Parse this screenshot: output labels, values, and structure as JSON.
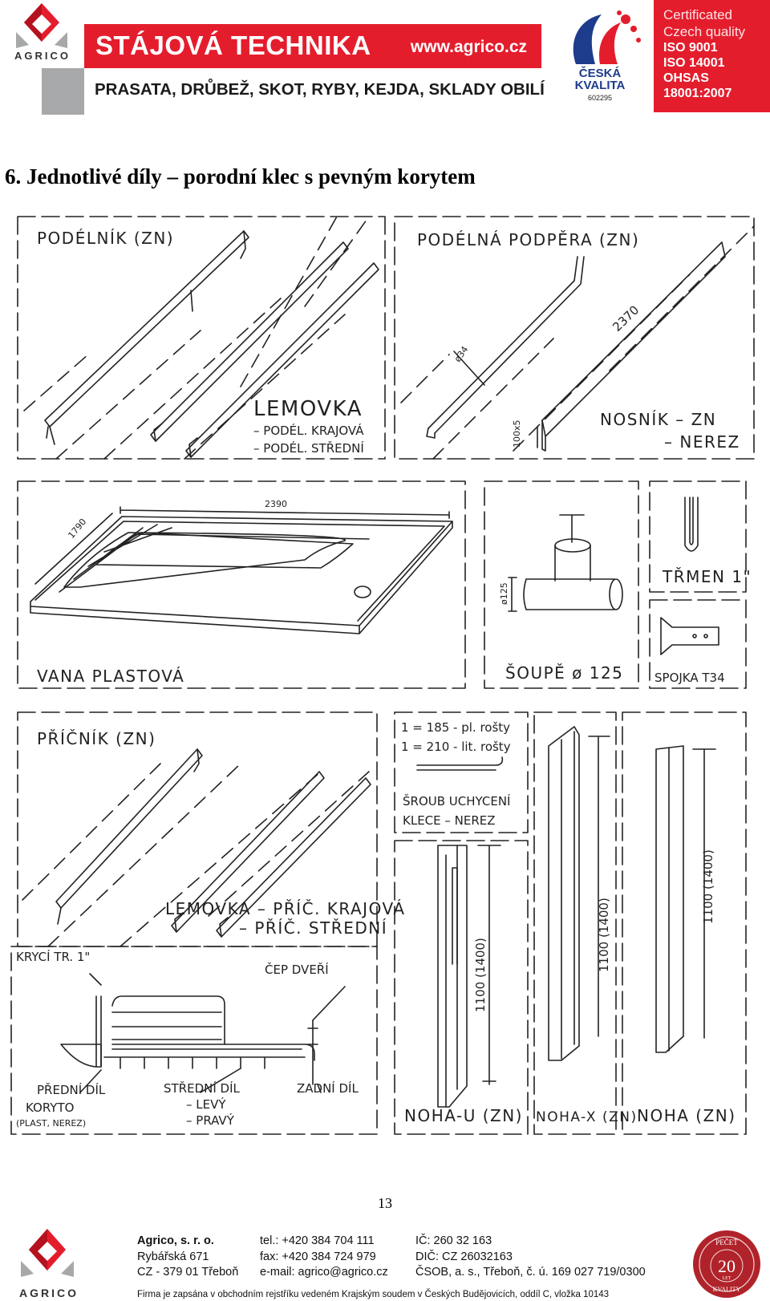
{
  "header": {
    "logo_text": "AGRICO",
    "banner_title": "STÁJOVÁ TECHNIKA",
    "website": "www.agrico.cz",
    "subtitle": "PRASATA, DRŮBEŽ, SKOT, RYBY, KEJDA, SKLADY OBILÍ",
    "quality_badge": {
      "line1": "ČESKÁ",
      "line2": "KVALITA",
      "number": "602295"
    },
    "certificate": {
      "heading1": "Certificated",
      "heading2": "Czech quality",
      "lines": [
        "ISO 9001",
        "ISO 14001",
        "OHSAS",
        "18001:2007"
      ]
    },
    "colors": {
      "brand_red": "#e41d2d",
      "brand_grey": "#a7a8aa",
      "quality_blue": "#1e3c8c"
    }
  },
  "section_heading": "6.  Jednotlivé díly – porodní klec s pevným korytem",
  "drawing": {
    "podelnik": "PODÉLNÍK (ZN)",
    "lemovka": "LEMOVKA",
    "lemovka_sub1": "– PODÉL. KRAJOVÁ",
    "lemovka_sub2": "– PODÉL. STŘEDNÍ",
    "podelna_podpera": "PODÉLNÁ PODPĚRA (ZN)",
    "dim_phi34": "ø34",
    "dim_2370": "2370",
    "dim_100x5": "100x5",
    "nosnik": "NOSNÍK – ZN",
    "nosnik_sub": "– NEREZ",
    "dim_2390": "2390",
    "dim_1790": "1790",
    "vana": "VANA PLASTOVÁ",
    "dim_phi125": "ø125",
    "soupe": "ŠOUPĚ ø 125",
    "trmen": "TŘMEN 1\"",
    "spojka": "SPOJKA T34",
    "pricnik": "PŘÍČNÍK (ZN)",
    "lemovka_pric": "LEMOVKA – PŘÍČ. KRAJOVÁ",
    "lemovka_pric_sub": "– PŘÍČ. STŘEDNÍ",
    "srouby_line1": "1 = 185 - pl. rošty",
    "srouby_line2": "1 = 210 - lit. rošty",
    "srouby_label1": "ŠROUB UCHYCENÍ",
    "srouby_label2": "KLECE – NEREZ",
    "noha_u_dim": "1100 (1400)",
    "noha_x_dim": "1100 (1400)",
    "noha_dim": "1100 (1400)",
    "noha_u": "NOHA-U (ZN)",
    "noha_x": "NOHA-X (ZN)",
    "noha": "NOHA (ZN)",
    "kryci_tr": "KRYCÍ TR. 1\"",
    "cep_dveri": "ČEP DVEŘÍ",
    "predni_dil": "PŘEDNÍ DÍL",
    "koryto": "KORYTO",
    "koryto_sub": "(PLAST, NEREZ)",
    "stredni_dil": "STŘEDNÍ DÍL",
    "stredni_sub1": "– LEVÝ",
    "stredni_sub2": "– PRAVÝ",
    "zadni_dil": "ZADNÍ DÍL"
  },
  "page_number": "13",
  "footer": {
    "logo_text": "AGRICO",
    "company": "Agrico, s. r. o.",
    "street": "Rybářská 671",
    "city": "CZ - 379 01 Třeboň",
    "tel": "tel.: +420 384 704 111",
    "fax": "fax: +420 384 724 979",
    "email": "e-mail: agrico@agrico.cz",
    "ic": "IČ: 260 32 163",
    "dic": "DIČ: CZ 26032163",
    "bank": "ČSOB, a. s., Třeboň, č. ú. 169 027 719/0300",
    "registration": "Firma je zapsána v obchodním rejstříku vedeném Krajským soudem v Českých Budějovicích, oddíl C, vložka 10143",
    "seal_top": "PEČEŤ",
    "seal_number": "20",
    "seal_let": "LET",
    "seal_bottom": "KVALITY"
  }
}
